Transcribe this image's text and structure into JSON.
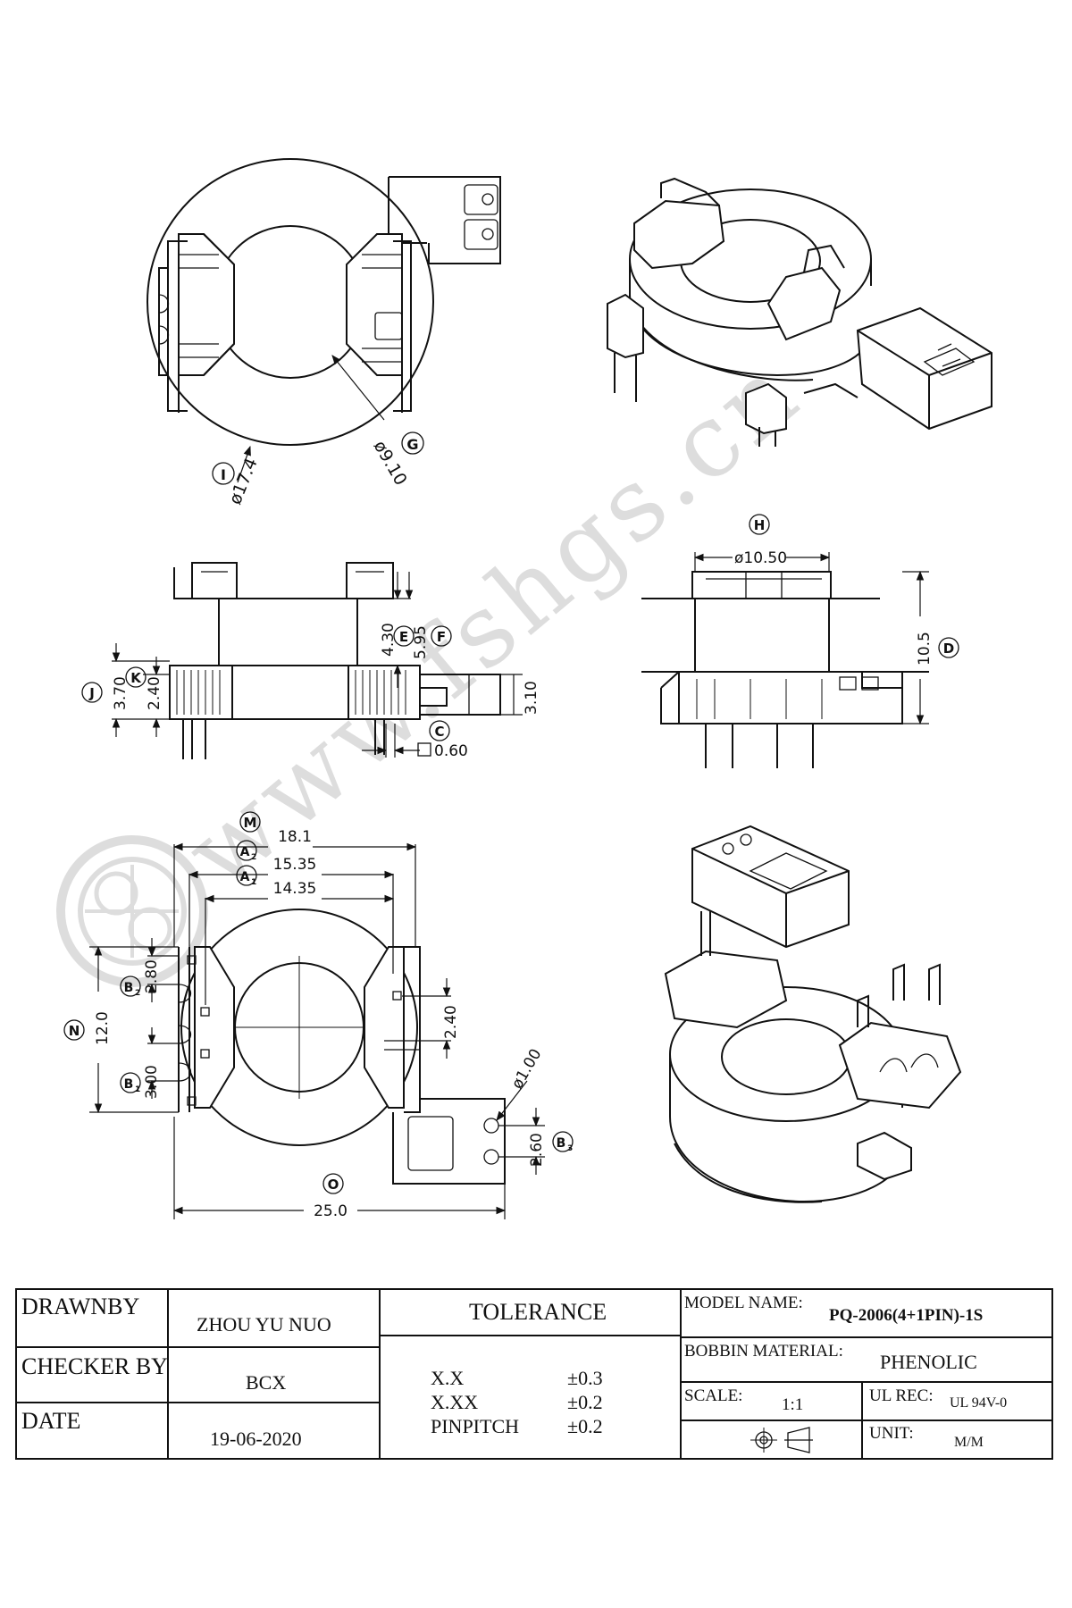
{
  "watermark": "www.fshgs.cn",
  "top_view": {
    "dim_outer": "ø17.4",
    "dim_inner": "ø9.10",
    "label_outer": "I",
    "label_inner": "G"
  },
  "side_view": {
    "dim_e": "4.30",
    "dim_f": "5.95",
    "dim_j": "3.70",
    "dim_k": "2.40",
    "dim_tab": "3.10",
    "dim_c": "0.60",
    "label_e": "E",
    "label_f": "F",
    "label_j": "J",
    "label_k": "K",
    "label_c": "C"
  },
  "front_view": {
    "dim_h": "ø10.50",
    "dim_d": "10.5",
    "label_h": "H",
    "label_d": "D"
  },
  "bottom_view": {
    "dim_m": "18.1",
    "dim_a2": "15.35",
    "dim_a1": "14.35",
    "dim_n": "12.0",
    "dim_b2": "2.80",
    "dim_b1": "3.00",
    "dim_pin": "2.40",
    "dim_hole": "ø1.00",
    "dim_b3": "2.60",
    "dim_o": "25.0",
    "label_m": "M",
    "label_a2": "A",
    "label_a2_sub": "2",
    "label_a1": "A",
    "label_a1_sub": "1",
    "label_n": "N",
    "label_b2": "B",
    "label_b2_sub": "2",
    "label_b1": "B",
    "label_b1_sub": "1",
    "label_b3": "B",
    "label_b3_sub": "3",
    "label_o": "O"
  },
  "title_block": {
    "drawn_by_label": "DRAWNBY",
    "drawn_by_value": "ZHOU YU NUO",
    "checker_label": "CHECKER BY",
    "checker_value": "BCX",
    "date_label": "DATE",
    "date_value": "19-06-2020",
    "tolerance_label": "TOLERANCE",
    "tol_xx_label": "X.X",
    "tol_xx_value": "±0.3",
    "tol_xxx_label": "X.XX",
    "tol_xxx_value": "±0.2",
    "tol_pin_label": "PINPITCH",
    "tol_pin_value": "±0.2",
    "model_label": "MODEL NAME:",
    "model_value": "PQ-2006(4+1PIN)-1S",
    "material_label": "BOBBIN MATERIAL:",
    "material_value": "PHENOLIC",
    "scale_label": "SCALE:",
    "scale_value": "1:1",
    "ul_label": "UL REC:",
    "ul_value": "UL 94V-0",
    "unit_label": "UNIT:",
    "unit_value": "M/M"
  }
}
